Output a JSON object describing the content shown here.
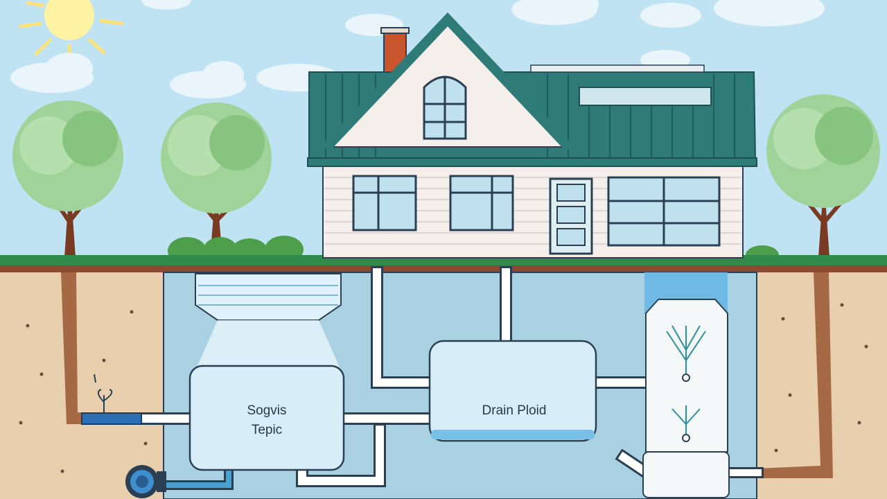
{
  "diagram": {
    "tank_left": {
      "line1": "Sogvis",
      "line2": "Tepic"
    },
    "tank_middle": {
      "label": "Drain Ploid"
    }
  },
  "colors": {
    "sky": "#bfe3f2",
    "roof": "#2f7b78",
    "grass": "#2e8b4a",
    "soil": "#e8cfae",
    "underground": "#a9d1e2",
    "tank_fill": "#d7eef8",
    "pipe": "#ffffff",
    "house_wall": "#f4efea"
  },
  "icons": [
    "sun-icon",
    "cloud-icon",
    "tree-icon",
    "shrub-icon",
    "chimney-icon",
    "window-icon",
    "door-icon"
  ]
}
